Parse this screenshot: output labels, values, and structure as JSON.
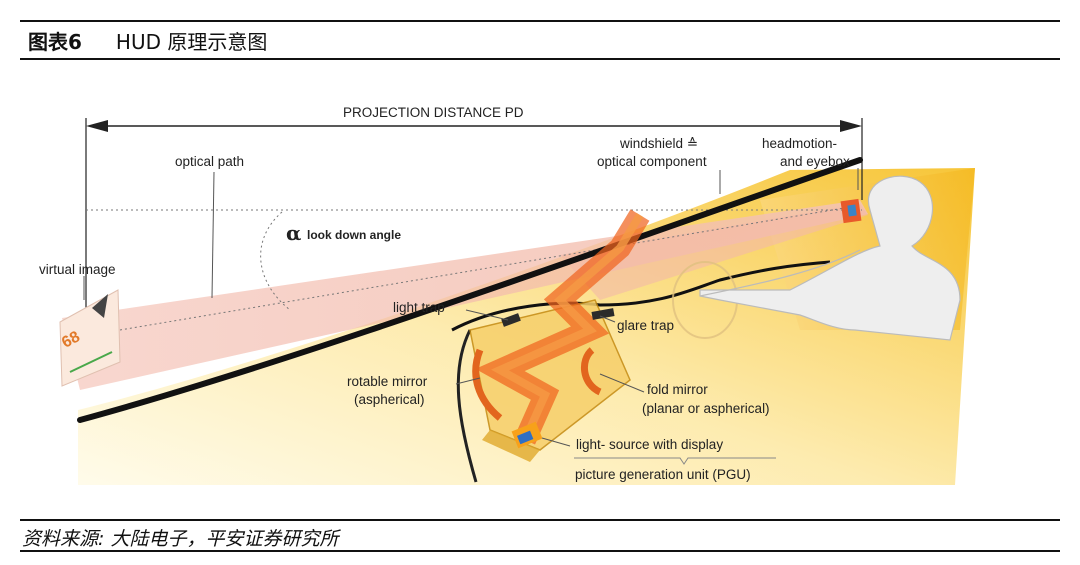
{
  "header": {
    "figure_number": "图表6",
    "title": "HUD 原理示意图"
  },
  "diagram": {
    "projection_distance": "PROJECTION DISTANCE  PD",
    "optical_path": "optical path",
    "virtual_image": "virtual  image",
    "alpha_symbol": "α",
    "look_down_angle": "look down angle",
    "windshield_line1": "windshield  ≙",
    "windshield_line2": "optical component",
    "headmotion_line1": "headmotion-",
    "headmotion_line2": "and eyebox",
    "light_trap": "light trap",
    "glare_trap": "glare trap",
    "rotable_mirror_line1": "rotable mirror",
    "rotable_mirror_line2": "(aspherical)",
    "fold_mirror_line1": "fold mirror",
    "fold_mirror_line2": "(planar or aspherical)",
    "light_source": "light- source with display",
    "pgu": "picture generation unit (PGU)",
    "virtual_image_text": "68",
    "colors": {
      "beam": "#f4c9bf",
      "light_ray": "#f0641e",
      "dashboard": "#f7c531",
      "glow": "#fdf2c8"
    }
  },
  "source": "资料来源: 大陆电子，平安证券研究所"
}
